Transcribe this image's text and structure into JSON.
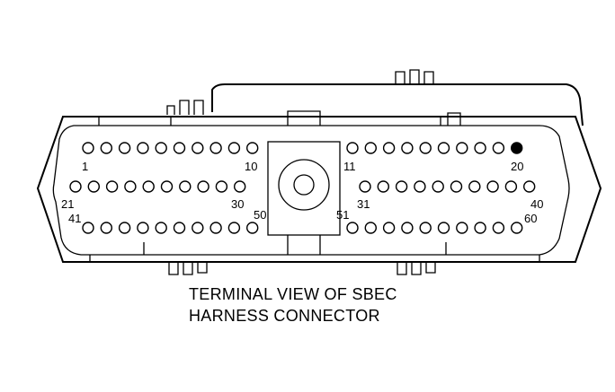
{
  "caption": {
    "line1": "TERMINAL VIEW OF SBEC",
    "line2": "HARNESS CONNECTOR"
  },
  "pin_labels": [
    "1",
    "10",
    "11",
    "20",
    "21",
    "30",
    "31",
    "40",
    "41",
    "50",
    "51",
    "60"
  ],
  "pins": {
    "rows": 3,
    "pins_per_row": 20,
    "pins_per_half_row": 10,
    "filled_pin": 20
  },
  "colors": {
    "line": "#000000",
    "background": "#ffffff"
  }
}
